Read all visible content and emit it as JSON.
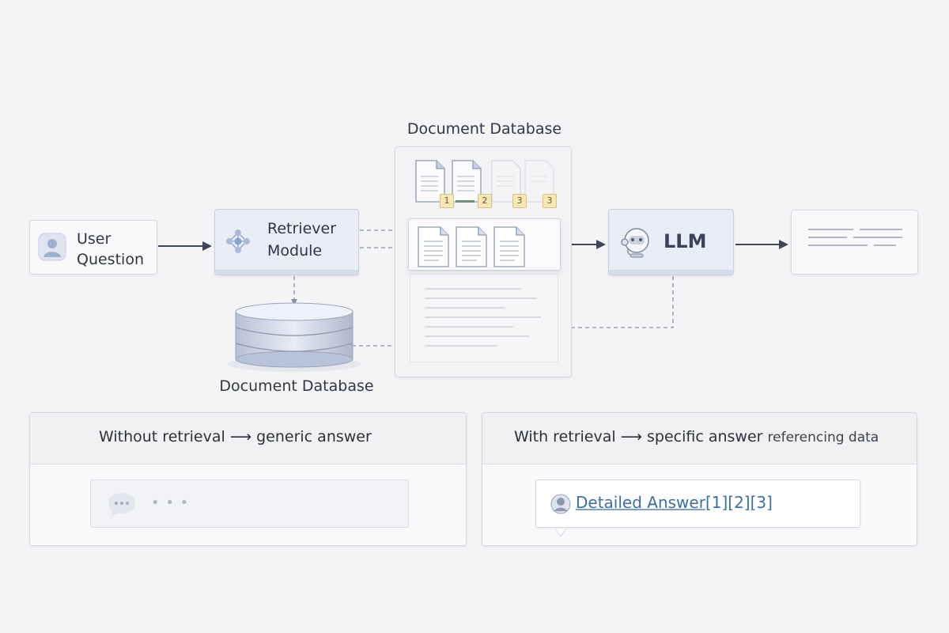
{
  "nodes": {
    "user_question": {
      "line1": "User",
      "line2": "Question"
    },
    "retriever": {
      "line1": "Retriever",
      "line2": "Module"
    },
    "db_top_title": "Document Database",
    "db_bottom_title": "Document Database",
    "llm": "LLM",
    "citation_badges": [
      "1",
      "2",
      "3",
      "3"
    ]
  },
  "comparison": {
    "without": {
      "left": "Without retrieval",
      "arrow": "⟶",
      "right": "generic answer",
      "bubble_dots": "• • •"
    },
    "with": {
      "left": "With retrieval",
      "arrow": "⟶",
      "right": "specific answer",
      "suffix": "referencing data",
      "answer": "Detailed Answer",
      "citations": "[1][2][3]"
    }
  },
  "colors": {
    "accent_blue": "#3d6fa3",
    "badge_yellow": "#f6e7b6",
    "arrow": "#3f4659"
  }
}
